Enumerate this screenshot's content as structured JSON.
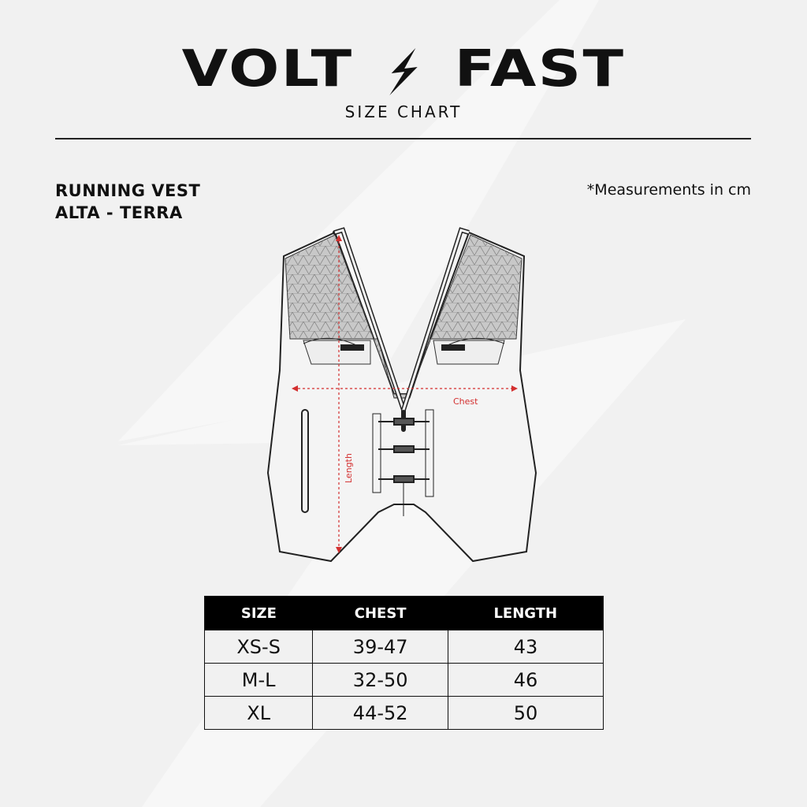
{
  "brand": {
    "left": "VOLT",
    "right": "FAST",
    "subtitle": "SIZE CHART"
  },
  "product": {
    "line1": "RUNNING VEST",
    "line2": "ALTA - TERRA"
  },
  "note": "*Measurements in cm",
  "diagram": {
    "chest_label": "Chest",
    "length_label": "Length",
    "annotation_color": "#d32f2f"
  },
  "table": {
    "headers": [
      "SIZE",
      "CHEST",
      "LENGTH"
    ],
    "rows": [
      [
        "XS-S",
        "39-47",
        "43"
      ],
      [
        "M-L",
        "32-50",
        "46"
      ],
      [
        "XL",
        "44-52",
        "50"
      ]
    ]
  }
}
